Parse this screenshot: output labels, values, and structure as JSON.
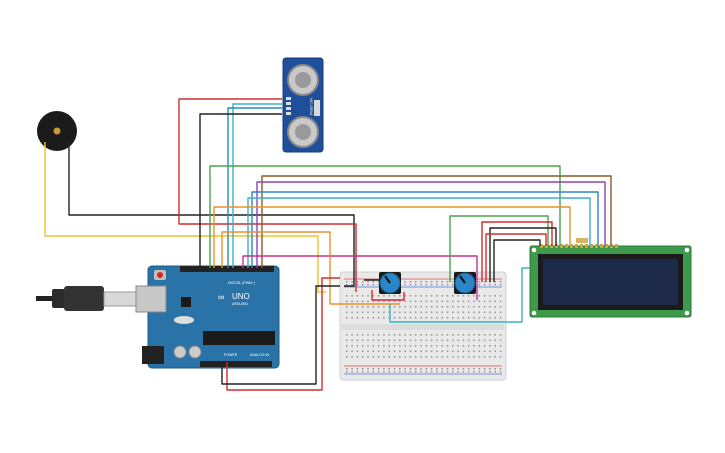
{
  "board": {
    "brand": "ARDUINO",
    "model": "UNO",
    "digital_label": "DIGITAL (PWM~)",
    "power_label": "POWER",
    "analog_label": "ANALOG IN"
  },
  "sensor": {
    "label": "HC-SR04"
  },
  "colors": {
    "red": "#d42c2c",
    "black": "#222222",
    "yellow": "#f2c12e",
    "orange": "#e8932a",
    "green": "#4ba34b",
    "blue": "#2f86c9",
    "brown": "#8a5a2b",
    "purple": "#8e44ad",
    "pink": "#c2318f",
    "cyan": "#3bb0c9",
    "board": "#2a73a8",
    "lcd_pcb": "#3d9a4a",
    "lcd_screen": "#1e2a4a"
  }
}
